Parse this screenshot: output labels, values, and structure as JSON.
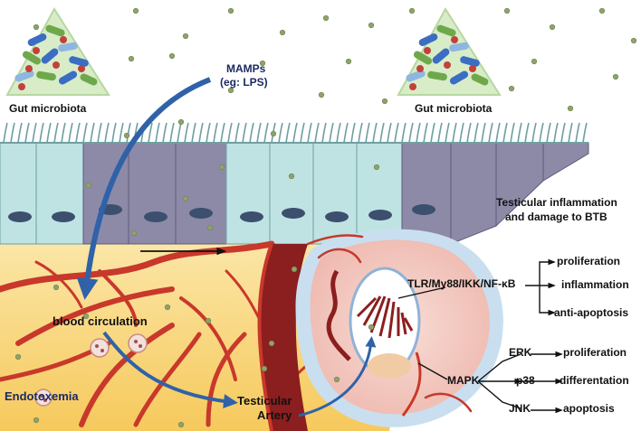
{
  "labels": {
    "mamps": "MAMPs",
    "mamps_example": "(eg: LPS)",
    "gut_left": "Gut microbiota",
    "gut_right": "Gut microbiota",
    "testicular_inflammation_1": "Testicular inflammation",
    "testicular_inflammation_2": "and damage to BTB",
    "pathway_tlr": "TLR/My88/IKK/NF-κB",
    "tlr_out_1": "proliferation",
    "tlr_out_2": "inflammation",
    "tlr_out_3": "anti-apoptosis",
    "pathway_mapk": "MAPK",
    "erk": "ERK",
    "erk_out": "proliferation",
    "p38": "p38",
    "p38_out": "differentation",
    "jnk": "JNK",
    "jnk_out": "apoptosis",
    "blood_circulation": "blood circulation",
    "endotoxemia": "Endotoxemia",
    "testicular": "Testicular",
    "artery": "Artery"
  },
  "colors": {
    "epithelium_light": "#bfe3e3",
    "epithelium_purple": "#8d8aa8",
    "nucleus": "#3d4f6e",
    "lumen_background": "#ffffff",
    "tissue_yellow": "#f7d27a",
    "vessel_red": "#c8382b",
    "arrow_blue": "#2f62a8",
    "lps_dot": "#8ea36a",
    "testis_pink": "#f3c9c1",
    "tunica_blue": "#c9dff0",
    "heading_navy": "#1b2a63"
  }
}
